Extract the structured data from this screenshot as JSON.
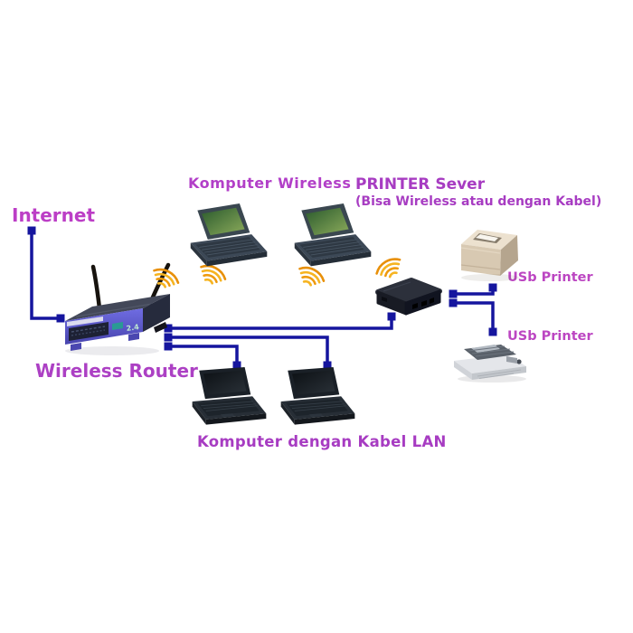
{
  "diagram": {
    "labels": {
      "internet": "Internet",
      "komputer_wireless": "Komputer Wireless",
      "printer_server_title": "PRINTER Sever",
      "printer_server_subtitle": "(Bisa Wireless atau dengan Kabel)",
      "wireless_router": "Wireless Router",
      "usb_printer_top": "USb Printer",
      "usb_printer_bottom": "USb Printer",
      "komputer_kabel_lan": "Komputer dengan Kabel LAN"
    },
    "router": {
      "band_text": "2.4"
    },
    "devices": [
      "wireless-router",
      "wireless-laptop-1",
      "wireless-laptop-2",
      "print-server",
      "usb-laser-printer",
      "usb-dotmatrix-printer",
      "lan-laptop-1",
      "lan-laptop-2"
    ],
    "icons": {
      "wifi_signal": "concentric-arcs"
    },
    "colors": {
      "connection_line": "#15159E",
      "label_magenta": "#BC3EC6",
      "label_violet": "#A73CC2",
      "wifi_signal_orange": "#EE9A0E",
      "router_front_blue": "#5654C6",
      "laptop_screen_green": "#3F7A38"
    }
  }
}
